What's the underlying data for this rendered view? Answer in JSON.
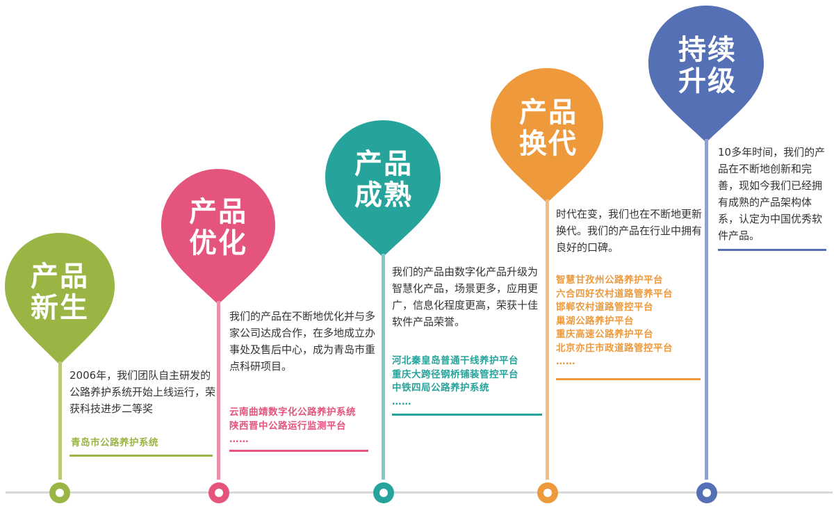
{
  "stages": [
    {
      "title_line1": "产品",
      "title_line2": "新生",
      "color": "#9bb544",
      "description": "2006年，我们团队自主研发的公路养护系统开始上线运行，荣获科技进步二等奖",
      "projects": [
        "青岛市公路养护系统"
      ]
    },
    {
      "title_line1": "产品",
      "title_line2": "优化",
      "color": "#e4547c",
      "description": "我们的产品在不断地优化并与多家公司达成合作，在多地成立办事处及售后中心，成为青岛市重点科研项目。",
      "projects": [
        "云南曲靖数字化公路养护系统",
        "陕西晋中公路运行监测平台",
        "……"
      ]
    },
    {
      "title_line1": "产品",
      "title_line2": "成熟",
      "color": "#26a39a",
      "description": "我们的产品由数字化产品升级为智慧化产品，场景更多，应用更广，信息化程度更高，荣获十佳软件产品荣誉。",
      "projects": [
        "河北秦皇岛普通干线养护平台",
        "重庆大跨径钢桥铺装管控平台",
        "中铁四局公路养护系统",
        "……"
      ]
    },
    {
      "title_line1": "产品",
      "title_line2": "换代",
      "color": "#ee9a3c",
      "description": "时代在变，我们也在不断地更新换代。我们的产品在行业中拥有良好的口碑。",
      "projects": [
        "智慧甘孜州公路养护平台",
        "六合四好农村道路管养平台",
        "邯郸农村道路管控平台",
        "巢湖公路养护平台",
        "重庆高速公路养护平台",
        "北京亦庄市政道路管控平台",
        "……"
      ]
    },
    {
      "title_line1": "持续",
      "title_line2": "升级",
      "color": "#5670b5",
      "description": "10多年时间，我们的产品在不断地创新和完善，现如今我们已经拥有成熟的产品架构体系，认定为中国优秀软件产品。",
      "projects": []
    }
  ]
}
